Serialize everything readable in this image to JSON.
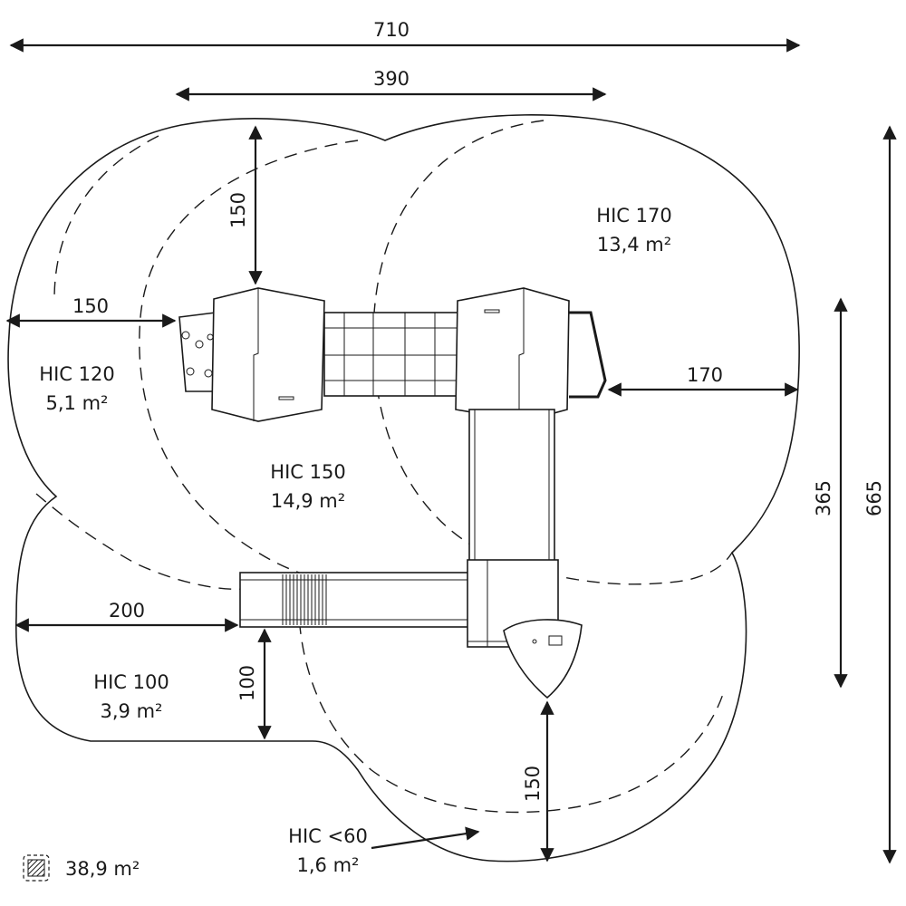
{
  "dimensions": {
    "overall_width": "710",
    "inner_width": "390",
    "overall_height": "665",
    "inner_height": "365",
    "left_top_depth": "150",
    "left_side": "150",
    "right_side": "170",
    "slide_left": "200",
    "slide_down": "100",
    "bottom_depth": "150"
  },
  "zones": {
    "hic120": {
      "name": "HIC 120",
      "area": "5,1 m²"
    },
    "hic150": {
      "name": "HIC 150",
      "area": "14,9 m²"
    },
    "hic170": {
      "name": "HIC 170",
      "area": "13,4 m²"
    },
    "hic100": {
      "name": "HIC 100",
      "area": "3,9 m²"
    },
    "hic60": {
      "name": "HIC <60",
      "area": "1,6 m²"
    }
  },
  "legend": {
    "total_area": "38,9 m²",
    "icon": "hatched-area-icon"
  },
  "colors": {
    "ink": "#1a1a1a",
    "background": "#ffffff"
  }
}
